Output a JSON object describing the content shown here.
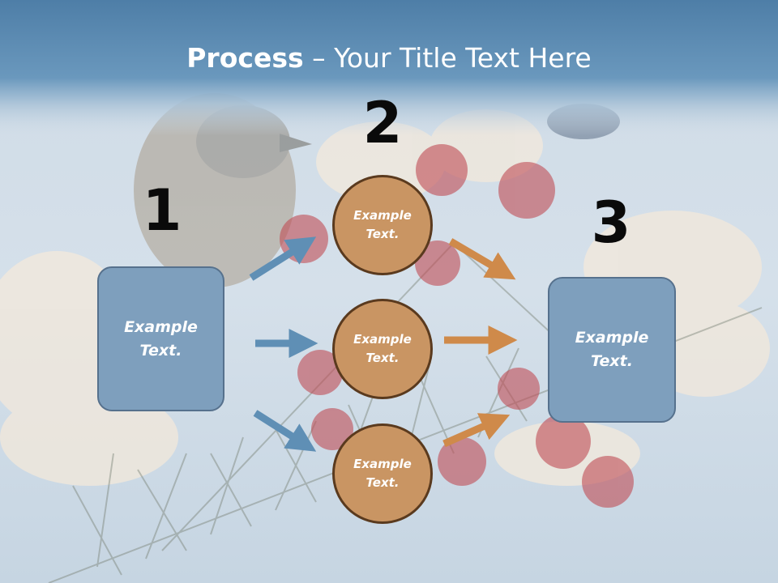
{
  "title": {
    "bold": "Process",
    "rest": " – Your Title Text Here"
  },
  "steps": [
    {
      "number": "1",
      "text": [
        "Example",
        "Text."
      ]
    },
    {
      "number": "2",
      "circles": [
        {
          "text": [
            "Example",
            "Text."
          ]
        },
        {
          "text": [
            "Example",
            "Text."
          ]
        },
        {
          "text": [
            "Example",
            "Text."
          ]
        }
      ]
    },
    {
      "number": "3",
      "text": [
        "Example",
        "Text."
      ]
    }
  ],
  "colors": {
    "header": "#5b87ad",
    "box": "#7e9fbd",
    "circle": "#c99563",
    "arrow_blue": "#5f8fb5",
    "arrow_orange": "#cf8a4a"
  }
}
